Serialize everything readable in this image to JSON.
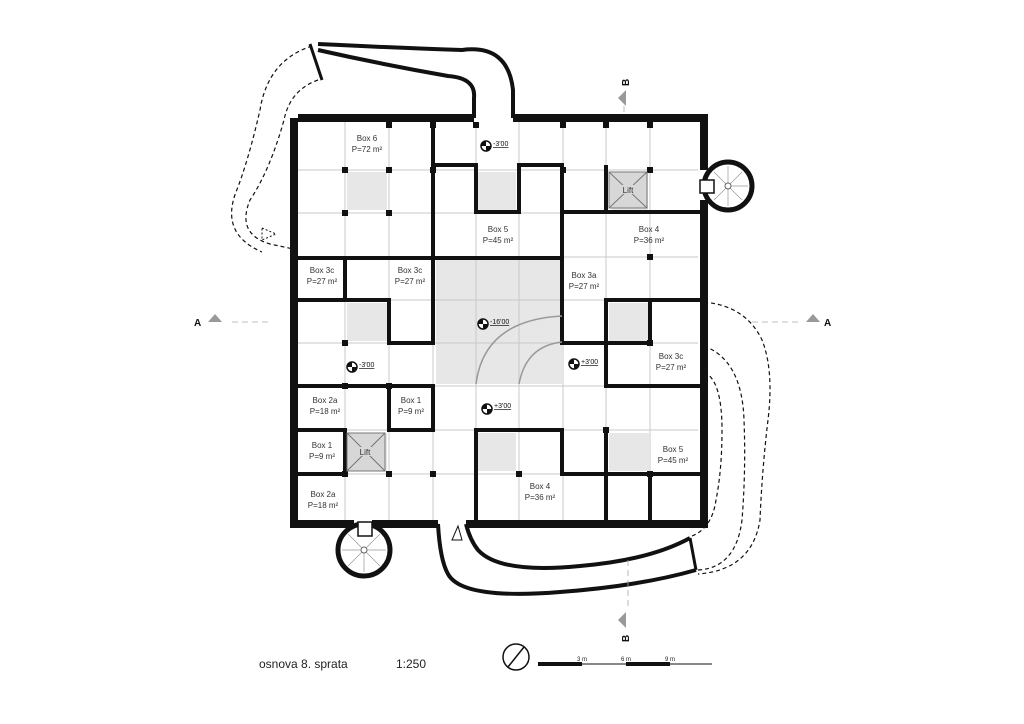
{
  "title": "osnova 8. sprata",
  "scale": "1:250",
  "scalebar_labels": [
    "3 m",
    "6 m",
    "9 m"
  ],
  "section_markers": {
    "a": "A",
    "b": "B"
  },
  "rooms": [
    {
      "id": "box6-top",
      "name": "Box 6",
      "area": "P=72 m²"
    },
    {
      "id": "box5-top",
      "name": "Box 5",
      "area": "P=45 m²"
    },
    {
      "id": "box4-top",
      "name": "Box 4",
      "area": "P=36 m²"
    },
    {
      "id": "box3c-left",
      "name": "Box 3c",
      "area": "P=27 m²"
    },
    {
      "id": "box3c-mid",
      "name": "Box 3c",
      "area": "P=27 m²"
    },
    {
      "id": "box3a",
      "name": "Box 3a",
      "area": "P=27 m²"
    },
    {
      "id": "box3c-right",
      "name": "Box 3c",
      "area": "P=27 m²"
    },
    {
      "id": "box2a-top",
      "name": "Box 2a",
      "area": "P=18 m²"
    },
    {
      "id": "box1-mid",
      "name": "Box 1",
      "area": "P=9 m²"
    },
    {
      "id": "box1-left",
      "name": "Box 1",
      "area": "P=9 m²"
    },
    {
      "id": "box2a-bottom",
      "name": "Box 2a",
      "area": "P=18 m²"
    },
    {
      "id": "box4-bottom",
      "name": "Box 4",
      "area": "P=36 m²"
    },
    {
      "id": "box5-bottom",
      "name": "Box 5",
      "area": "P=45 m²"
    }
  ],
  "lifts": [
    {
      "label": "Lift"
    },
    {
      "label": "Lift"
    }
  ],
  "levels": [
    "-3'00",
    "-16'00",
    "-3'00",
    "+3'00",
    "+3'00"
  ]
}
